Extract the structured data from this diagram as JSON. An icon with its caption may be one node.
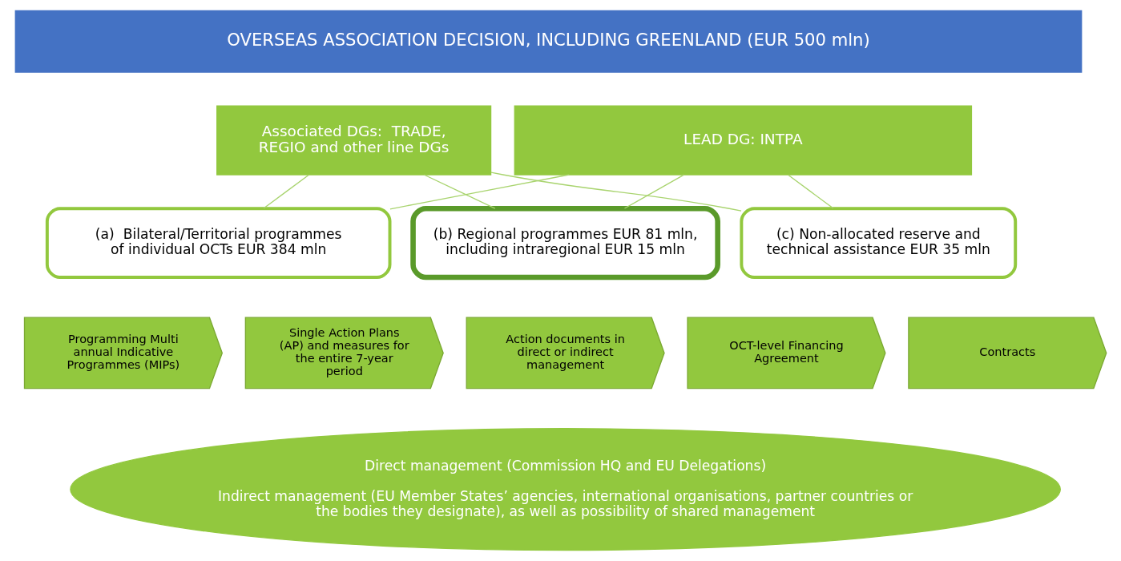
{
  "diagram": {
    "nodes": [
      {
        "text": [
          "OVERSEAS ASSOCIATION DECISION, INCLUDING GREENLAND (EUR 500 mln)"
        ]
      },
      {
        "text": [
          "Associated DGs:  TRADE, REGIO and other line DGs"
        ]
      },
      {
        "text": [
          "LEAD DG: INTPA"
        ]
      },
      {
        "text": [
          "(a)  Bilateral/Territorial programmes of individual OCTs EUR 384 mln"
        ]
      },
      {
        "text": [
          "(b) Regional programmes EUR 81 mln, including intraregional EUR 15 mln"
        ]
      },
      {
        "text": [
          "(c) Non-allocated reserve and technical assistance EUR 35 mln"
        ]
      },
      {
        "text": [
          "Programming Multi annual Indicative Programmes (MIPs)"
        ]
      },
      {
        "text": [
          "Single Action Plans (AP) and measures for the entire 7-year period"
        ]
      },
      {
        "text": [
          "Action documents in direct or indirect management"
        ]
      },
      {
        "text": [
          "OCT-level Financing Agreement"
        ]
      },
      {
        "text": [
          "Contracts"
        ]
      },
      {
        "text": [
          "Direct management (Commission HQ and EU Delegations)",
          "Indirect management (EU Member States’ agencies, international organisations, partner countries or the bodies they designate), as well as possibility of shared management"
        ]
      }
    ],
    "edges": [
      {
        "from": 1,
        "to": 3,
        "arrow": "none"
      },
      {
        "from": 1,
        "to": 4,
        "arrow": "none"
      },
      {
        "from": 1,
        "to": 5,
        "arrow": "none"
      },
      {
        "from": 2,
        "to": 3,
        "arrow": "none"
      },
      {
        "from": 2,
        "to": 4,
        "arrow": "none"
      },
      {
        "from": 2,
        "to": 5,
        "arrow": "none"
      }
    ]
  }
}
